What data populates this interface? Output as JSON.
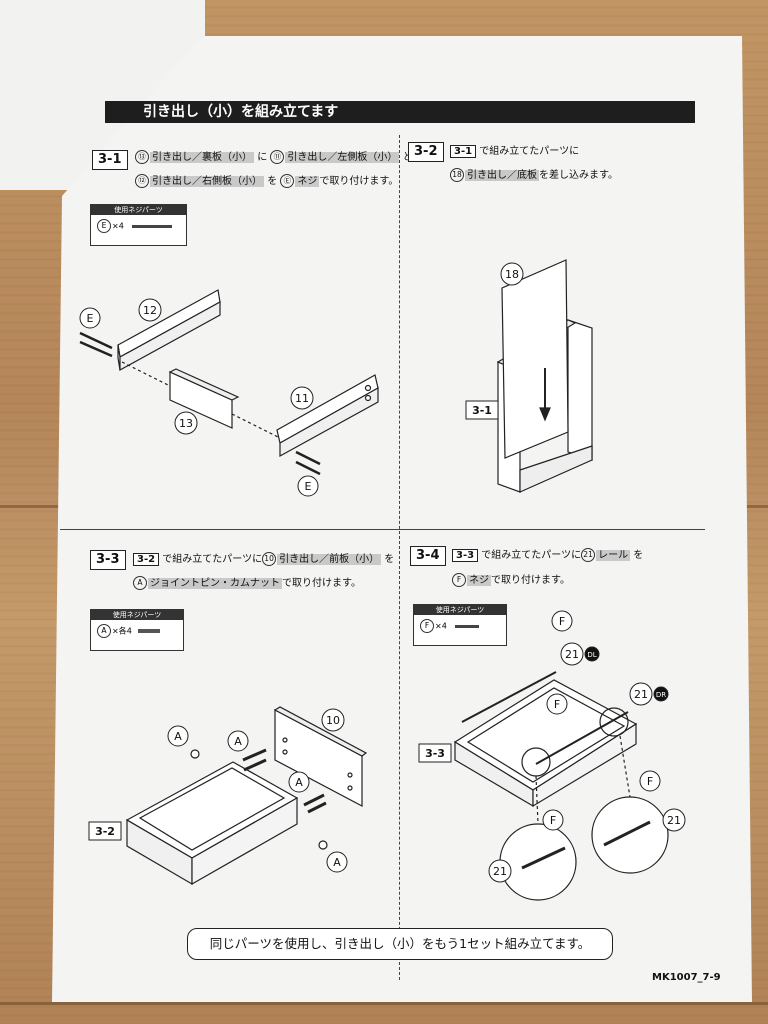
{
  "title": "引き出し（小）を組み立てます",
  "step_3_1": {
    "label": "3-1",
    "line1": [
      "⑬",
      "引き出し／裏板（小）",
      "に",
      "⑪",
      "引き出し／左側板（小）",
      "と"
    ],
    "line2": [
      "⑫",
      "引き出し／右側板（小）",
      "を",
      "Ⓔ",
      "ネジ",
      "で取り付けます。"
    ],
    "parts_title": "使用ネジパーツ",
    "parts_item": "E",
    "parts_qty": "×4",
    "callouts": {
      "p12": "12",
      "p13": "13",
      "p11": "11",
      "e_top": "E",
      "e_bottom": "E"
    }
  },
  "step_3_2": {
    "label": "3-2",
    "ref": "3-1",
    "line1_text": "で組み立てたパーツに",
    "part_no": "18",
    "part_name": "引き出し／底板",
    "line2_text": "を差し込みます。",
    "callouts": {
      "p18": "18",
      "ref": "3-1"
    }
  },
  "step_3_3": {
    "label": "3-3",
    "ref": "3-2",
    "line1_text": "で組み立てたパーツに",
    "part_no": "10",
    "part_name": "引き出し／前板（小）",
    "part_suffix": "を",
    "line2_part": "A",
    "line2_name": "ジョイントピン・カムナット",
    "line2_text": "で取り付けます。",
    "parts_title": "使用ネジパーツ",
    "parts_item": "A",
    "parts_qty": "×各4",
    "callouts": {
      "p10": "10",
      "a1": "A",
      "a2": "A",
      "a3": "A",
      "a4": "A",
      "ref": "3-2"
    }
  },
  "step_3_4": {
    "label": "3-4",
    "ref": "3-3",
    "line1_text": "で組み立てたパーツに",
    "part_no": "21",
    "part_name": "レール",
    "part_suffix": "を",
    "line2_part": "F",
    "line2_name": "ネジ",
    "line2_text": "で取り付けます。",
    "parts_title": "使用ネジパーツ",
    "parts_item": "F",
    "parts_qty": "×4",
    "callouts": {
      "f1": "F",
      "f2": "F",
      "f3": "F",
      "f4": "F",
      "r1": "21",
      "r1_tag": "DL",
      "r2": "21",
      "r2_tag": "DR",
      "r3": "21",
      "r4": "21",
      "ref": "3-3"
    }
  },
  "bottom_note": "同じパーツを使用し、引き出し（小）をもう1セット組み立てます。",
  "doc_code": "MK1007_7-9"
}
